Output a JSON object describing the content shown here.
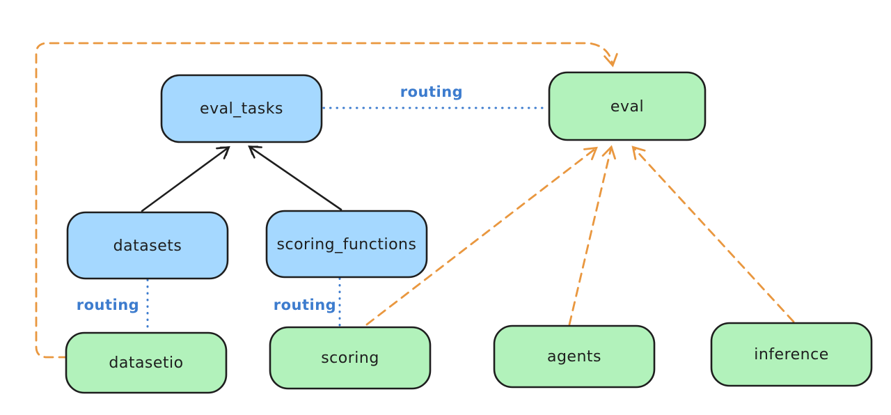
{
  "diagram": {
    "type": "architecture-diagram",
    "background": "#ffffff",
    "colors": {
      "api_node_fill": "#a5d8ff",
      "provider_node_fill": "#b2f2bb",
      "node_stroke": "#1e1e1e",
      "routing_color": "#3d7cce",
      "dependency_color": "#e9973f",
      "solid_arrow_color": "#1e1e1e"
    },
    "nodes": {
      "eval_tasks": {
        "label": "eval_tasks",
        "fill": "blue"
      },
      "eval": {
        "label": "eval",
        "fill": "green"
      },
      "datasets": {
        "label": "datasets",
        "fill": "blue"
      },
      "scoring_functions": {
        "label": "scoring_functions",
        "fill": "blue"
      },
      "datasetio": {
        "label": "datasetio",
        "fill": "green"
      },
      "scoring": {
        "label": "scoring",
        "fill": "green"
      },
      "agents": {
        "label": "agents",
        "fill": "green"
      },
      "inference": {
        "label": "inference",
        "fill": "green"
      }
    },
    "edges": [
      {
        "from": "eval_tasks",
        "to": "eval",
        "style": "dotted",
        "color": "blue",
        "label": "routing"
      },
      {
        "from": "datasets",
        "to": "datasetio",
        "style": "dotted",
        "color": "blue",
        "label": "routing"
      },
      {
        "from": "scoring_functions",
        "to": "scoring",
        "style": "dotted",
        "color": "blue",
        "label": "routing"
      },
      {
        "from": "datasets",
        "to": "eval_tasks",
        "style": "solid-arrow",
        "color": "black",
        "label": ""
      },
      {
        "from": "scoring_functions",
        "to": "eval_tasks",
        "style": "solid-arrow",
        "color": "black",
        "label": ""
      },
      {
        "from": "datasetio",
        "to": "eval",
        "style": "dashed-arrow",
        "color": "orange",
        "route": "around-left-and-top",
        "label": ""
      },
      {
        "from": "scoring",
        "to": "eval",
        "style": "dashed-arrow",
        "color": "orange",
        "label": ""
      },
      {
        "from": "agents",
        "to": "eval",
        "style": "dashed-arrow",
        "color": "orange",
        "label": ""
      },
      {
        "from": "inference",
        "to": "eval",
        "style": "dashed-arrow",
        "color": "orange",
        "label": ""
      }
    ]
  }
}
